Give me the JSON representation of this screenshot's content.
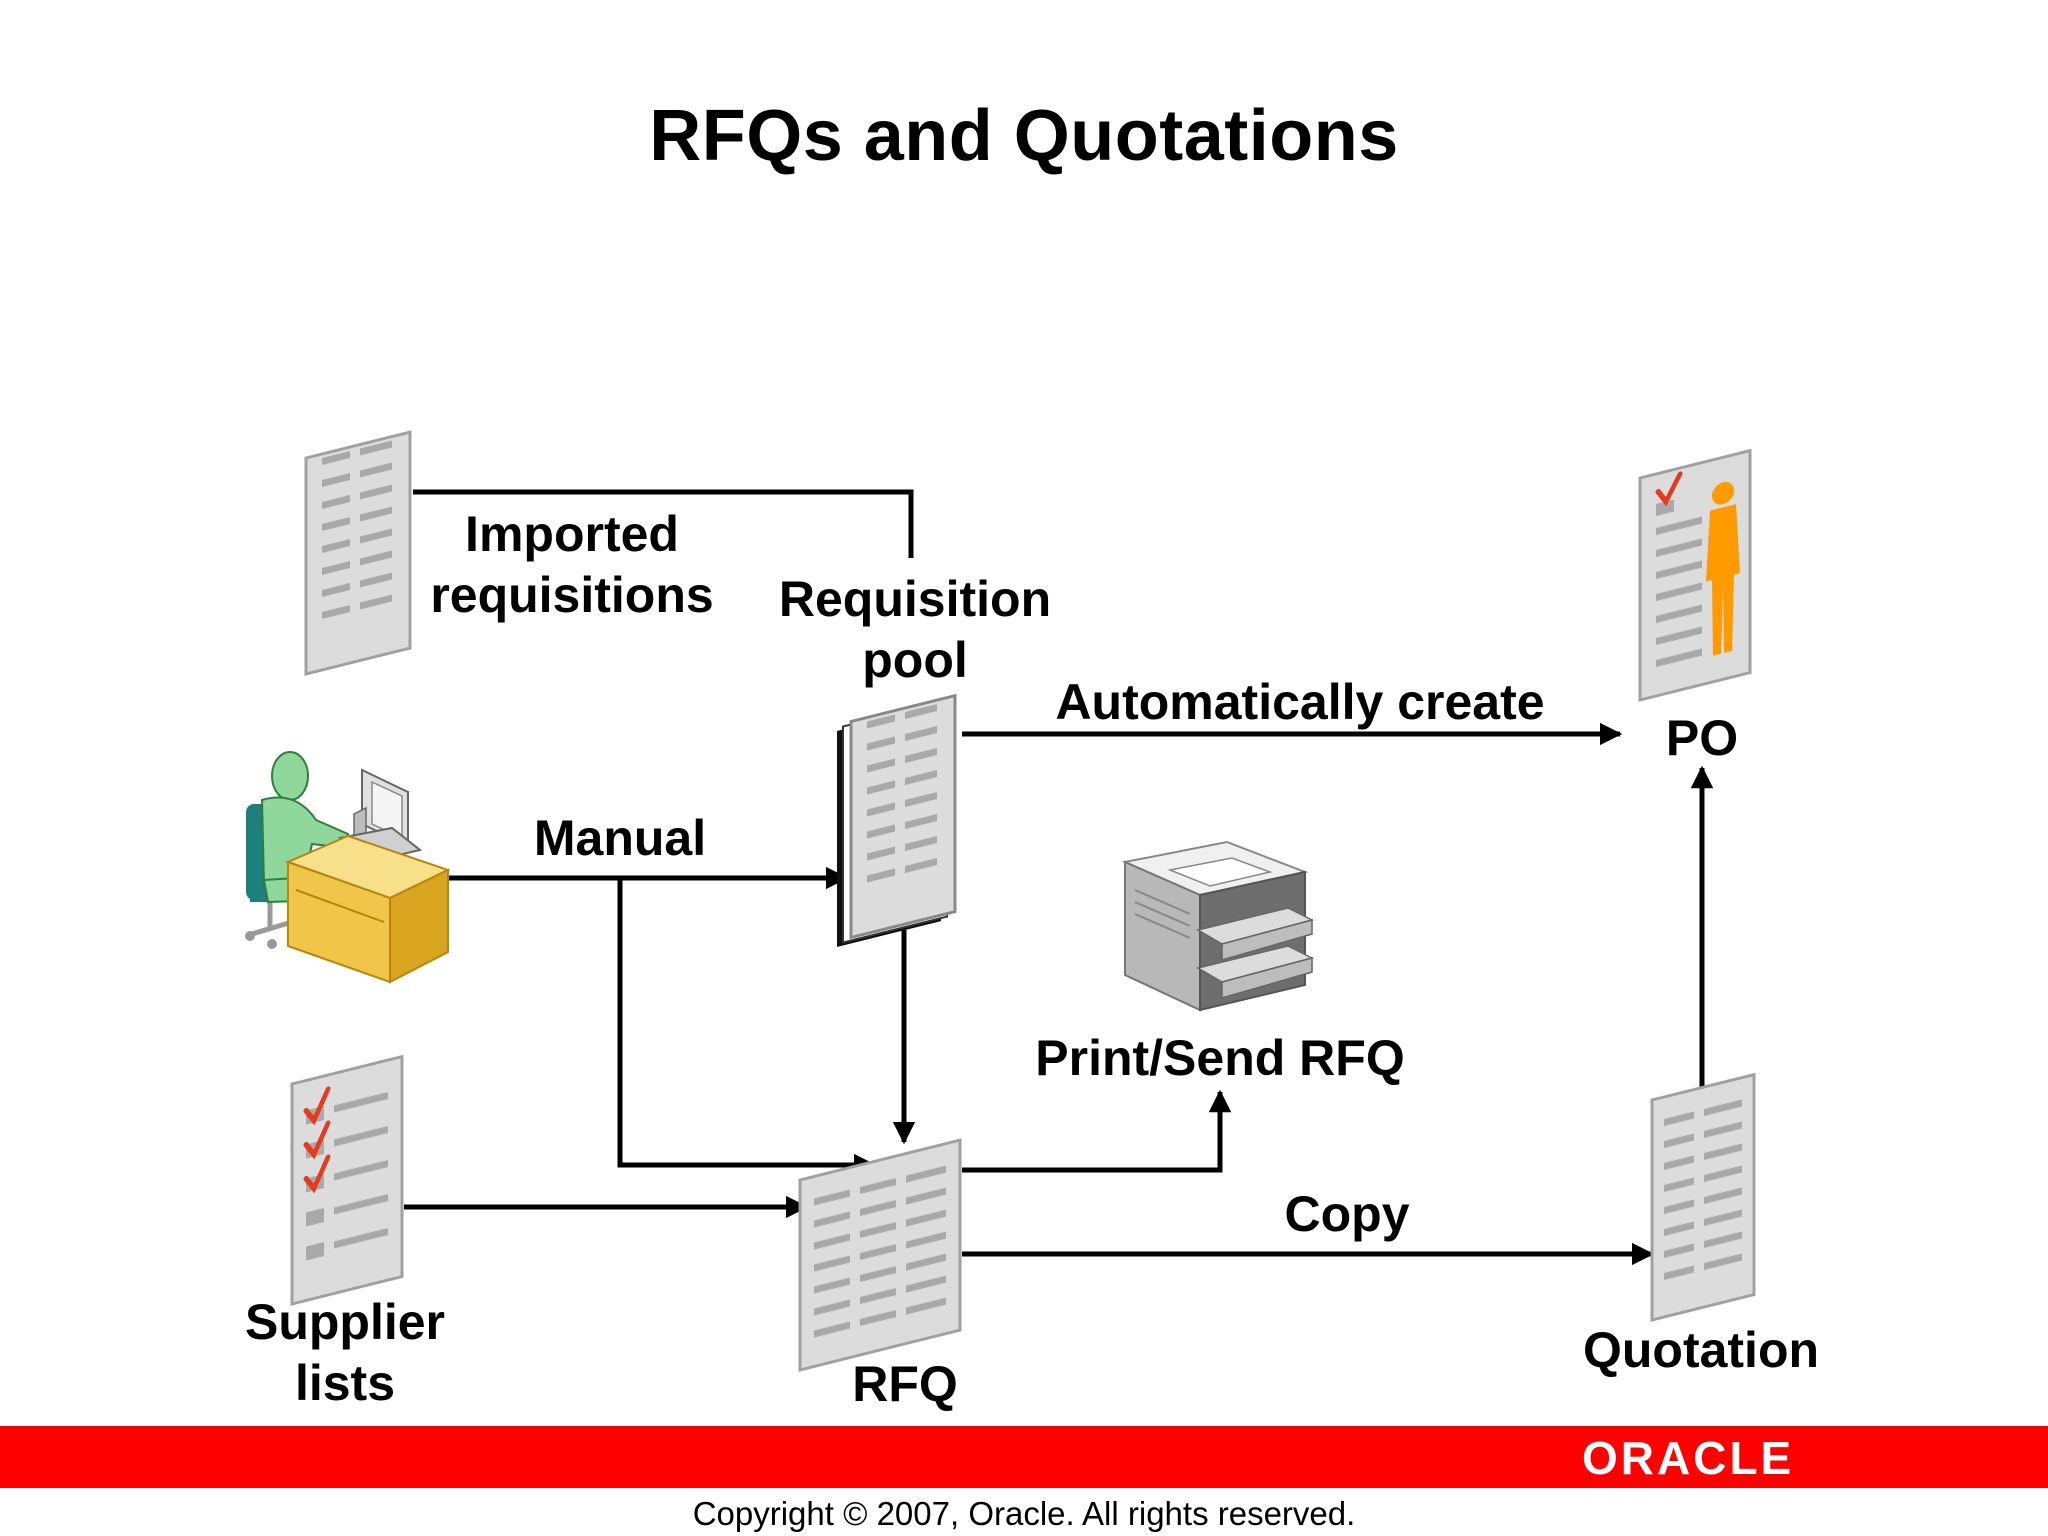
{
  "title": "RFQs and Quotations",
  "labels": {
    "imported_line1": "Imported",
    "imported_line2": "requisitions",
    "pool_line1": "Requisition",
    "pool_line2": "pool",
    "auto_create": "Automatically create",
    "po": "PO",
    "manual": "Manual",
    "print_send": "Print/Send RFQ",
    "copy": "Copy",
    "supplier_line1": "Supplier",
    "supplier_line2": "lists",
    "rfq": "RFQ",
    "quotation": "Quotation"
  },
  "footer": {
    "brand": "ORACLE",
    "copyright": "Copyright © 2007, Oracle. All rights reserved."
  },
  "colors": {
    "accent_red": "#ff0000",
    "person_green": "#8fd79a",
    "desk_yellow": "#f0c54a",
    "person_orange": "#ff9a00",
    "check_red": "#e63a1e",
    "doc_gray": "#dcdcdc"
  }
}
